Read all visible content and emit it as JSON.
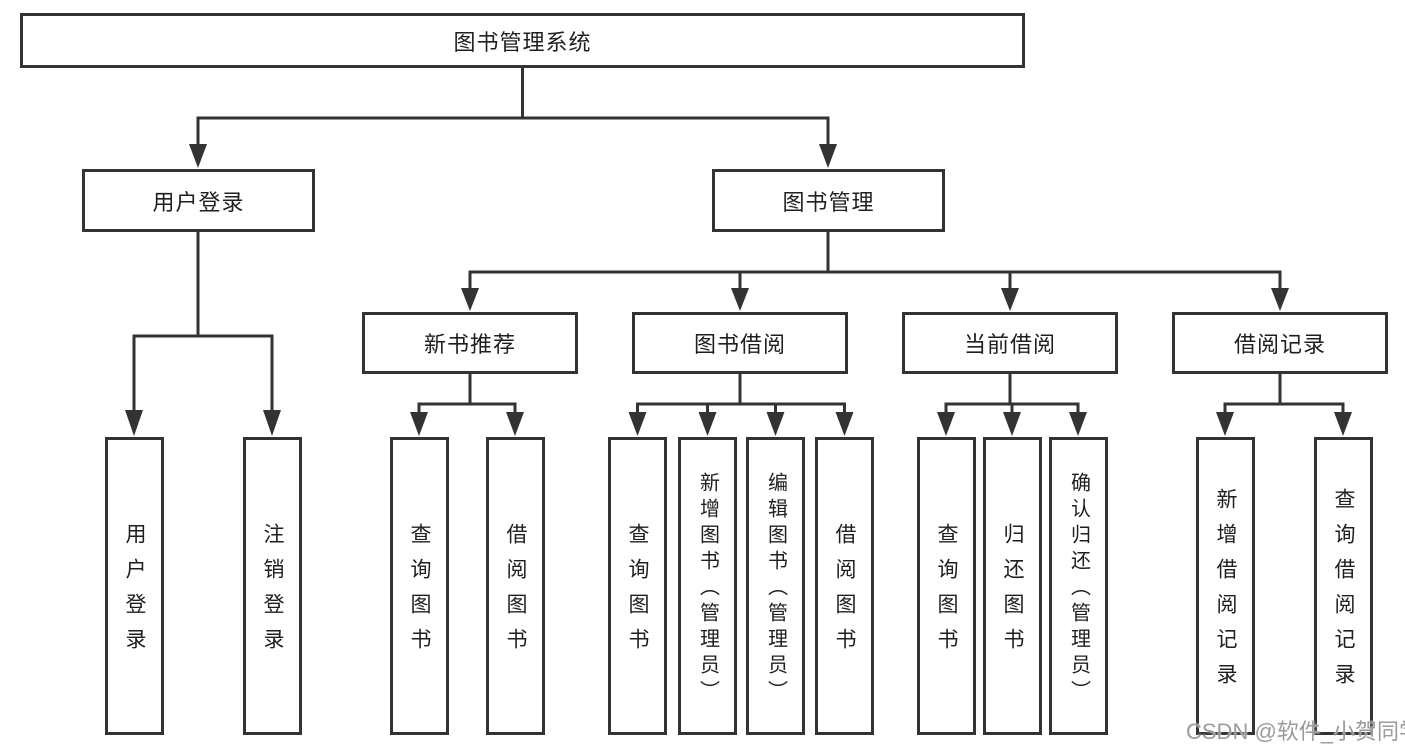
{
  "diagram": {
    "root": "图书管理系统",
    "level2": [
      "用户登录",
      "图书管理"
    ],
    "level3": [
      "新书推荐",
      "图书借阅",
      "当前借阅",
      "借阅记录"
    ],
    "leaves": {
      "user_login": [
        "用户登录",
        "注销登录"
      ],
      "new_book": [
        "查询图书",
        "借阅图书"
      ],
      "borrow": [
        "查询图书",
        "新增图书（管理员）",
        "编辑图书（管理员）",
        "借阅图书"
      ],
      "current": [
        "查询图书",
        "归还图书",
        "确认归还（管理员）"
      ],
      "records": [
        "新增借阅记录",
        "查询借阅记录"
      ]
    }
  },
  "watermark": "CSDN @软件_小贺同学",
  "colors": {
    "line": "#333333",
    "text": "#1f1f1f",
    "watermark": "#9b9b9b",
    "background": "#ffffff"
  }
}
